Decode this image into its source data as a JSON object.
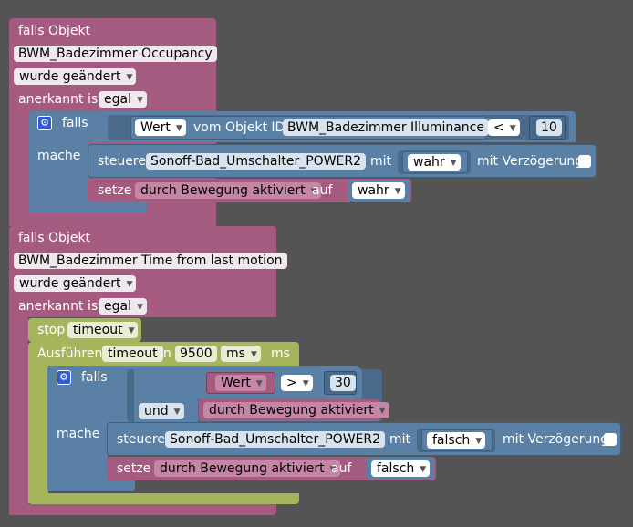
{
  "block1": {
    "title": "falls Objekt",
    "object_id": "BWM_Badezimmer Occupancy",
    "change": "wurde geändert",
    "ack_label": "anerkannt ist",
    "ack_value": "egal",
    "if_block": {
      "falls": "falls",
      "mache": "mache",
      "cond": {
        "value_type": "Wert",
        "from_label": "vom Objekt ID",
        "object": "BWM_Badezimmer Illuminance",
        "operator": "<",
        "number": "10"
      },
      "control": {
        "label": "steuere",
        "target": "Sonoff-Bad_Umschalter_POWER2",
        "with_label": "mit",
        "value": "wahr",
        "delay_label": "mit Verzögerung"
      },
      "set": {
        "label": "setze",
        "variable": "durch Bewegung aktiviert",
        "to_label": "auf",
        "value": "wahr"
      }
    }
  },
  "block2": {
    "title": "falls Objekt",
    "object_id": "BWM_Badezimmer Time from last motion",
    "change": "wurde geändert",
    "ack_label": "anerkannt ist",
    "ack_value": "egal",
    "stop": {
      "label": "stop",
      "timer": "timeout"
    },
    "exec": {
      "label": "Ausführen",
      "timer": "timeout",
      "in_label": "in",
      "duration": "9500",
      "unit": "ms",
      "unit_suffix": "ms"
    },
    "if_block": {
      "falls": "falls",
      "mache": "mache",
      "cond": {
        "value_type": "Wert",
        "operator": ">",
        "number": "30"
      },
      "and": {
        "label": "und",
        "variable": "durch Bewegung aktiviert"
      },
      "control": {
        "label": "steuere",
        "target": "Sonoff-Bad_Umschalter_POWER2",
        "with_label": "mit",
        "value": "falsch",
        "delay_label": "mit Verzögerung"
      },
      "set": {
        "label": "setze",
        "variable": "durch Bewegung aktiviert",
        "to_label": "auf",
        "value": "falsch"
      }
    }
  }
}
